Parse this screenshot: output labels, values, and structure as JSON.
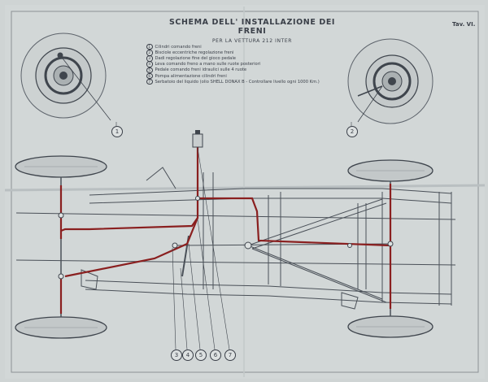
{
  "title": "SCHEMA DELL' INSTALLAZIONE DEI FRENI",
  "subtitle": "PER LA VETTURA 212 INTER",
  "plate": "Tav. VI.",
  "legend": [
    {
      "num": "1",
      "text": "Cilindri comando freni"
    },
    {
      "num": "2",
      "text": "Bisciole eccentriche regolazione freni"
    },
    {
      "num": "3",
      "text": "Dadi regolazione fine del gioco pedale"
    },
    {
      "num": "4",
      "text": "Leva comando freno a mano sulle ruote posteriori"
    },
    {
      "num": "5",
      "text": "Pedale comando freni idraulici sulle 4 ruote"
    },
    {
      "num": "6",
      "text": "Pompa alimentazione cilindri freni"
    },
    {
      "num": "7",
      "text": "Serbatoio del liquido (olio SHELL DONAX B - Controllare livello ogni 1000 Km.)"
    }
  ],
  "callouts": {
    "c1": "1",
    "c2": "2",
    "c3": "3",
    "c4": "4",
    "c5": "5",
    "c6": "6",
    "c7": "7"
  },
  "colors": {
    "paper": "#d2d7d7",
    "ink": "#3a3f48",
    "brake_line": "#8a1f1f"
  }
}
